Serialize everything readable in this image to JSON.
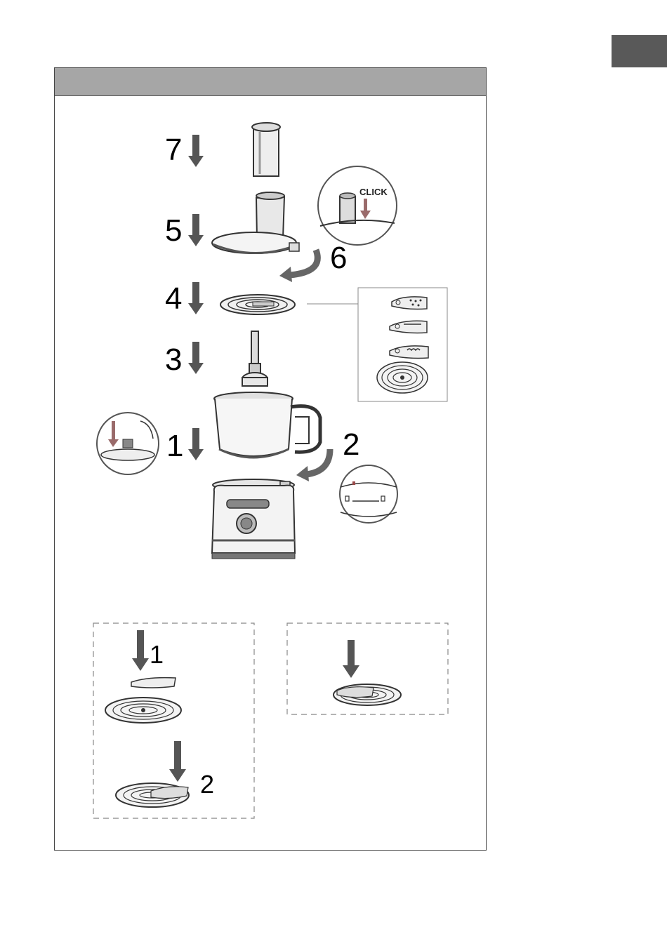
{
  "steps": {
    "s7": "7",
    "s5": "5",
    "s6": "6",
    "s4": "4",
    "s3": "3",
    "s2": "2",
    "s1": "1"
  },
  "click_label": "CLICK",
  "sub_steps": {
    "a1": "1",
    "a2": "2"
  }
}
